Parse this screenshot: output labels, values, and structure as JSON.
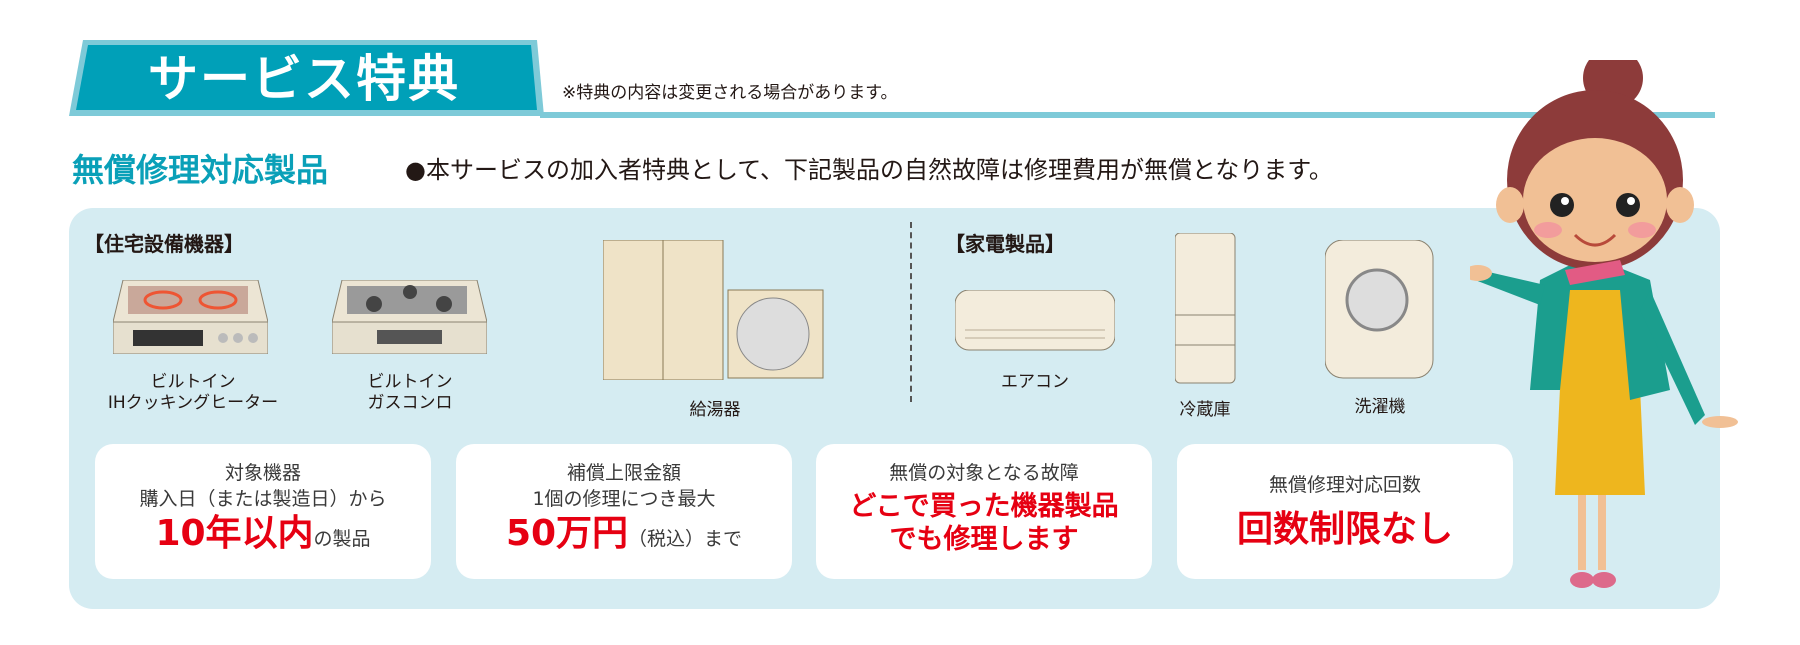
{
  "header": {
    "title": "サービス特典",
    "note": "※特典の内容は変更される場合があります。"
  },
  "section": {
    "title": "無償修理対応製品",
    "description": "●本サービスの加入者特典として、下記製品の自然故障は修理費用が無償となります。"
  },
  "categories": {
    "housing": "【住宅設備機器】",
    "appliances": "【家電製品】"
  },
  "products": {
    "ih": [
      "ビルトイン",
      "IHクッキングヒーター"
    ],
    "gas": [
      "ビルトイン",
      "ガスコンロ"
    ],
    "water_heater": "給湯器",
    "aircon": "エアコン",
    "fridge": "冷蔵庫",
    "washer": "洗濯機"
  },
  "cards": [
    {
      "line1": "対象機器",
      "line2": "購入日（または製造日）から",
      "highlight": "10年以内",
      "suffix": "の製品"
    },
    {
      "line1": "補償上限金額",
      "line2": "1個の修理につき最大",
      "highlight": "50万円",
      "suffix": "（税込）まで"
    },
    {
      "line1": "無償の対象となる故障",
      "highlight1": "どこで買った機器製品",
      "highlight2": "でも修理します"
    },
    {
      "line1": "無償修理対応回数",
      "highlight": "回数制限なし"
    }
  ],
  "colors": {
    "teal": "#00a0b8",
    "light_teal": "#7ecad8",
    "panel": "#d5ecf2",
    "red": "#e60012"
  }
}
